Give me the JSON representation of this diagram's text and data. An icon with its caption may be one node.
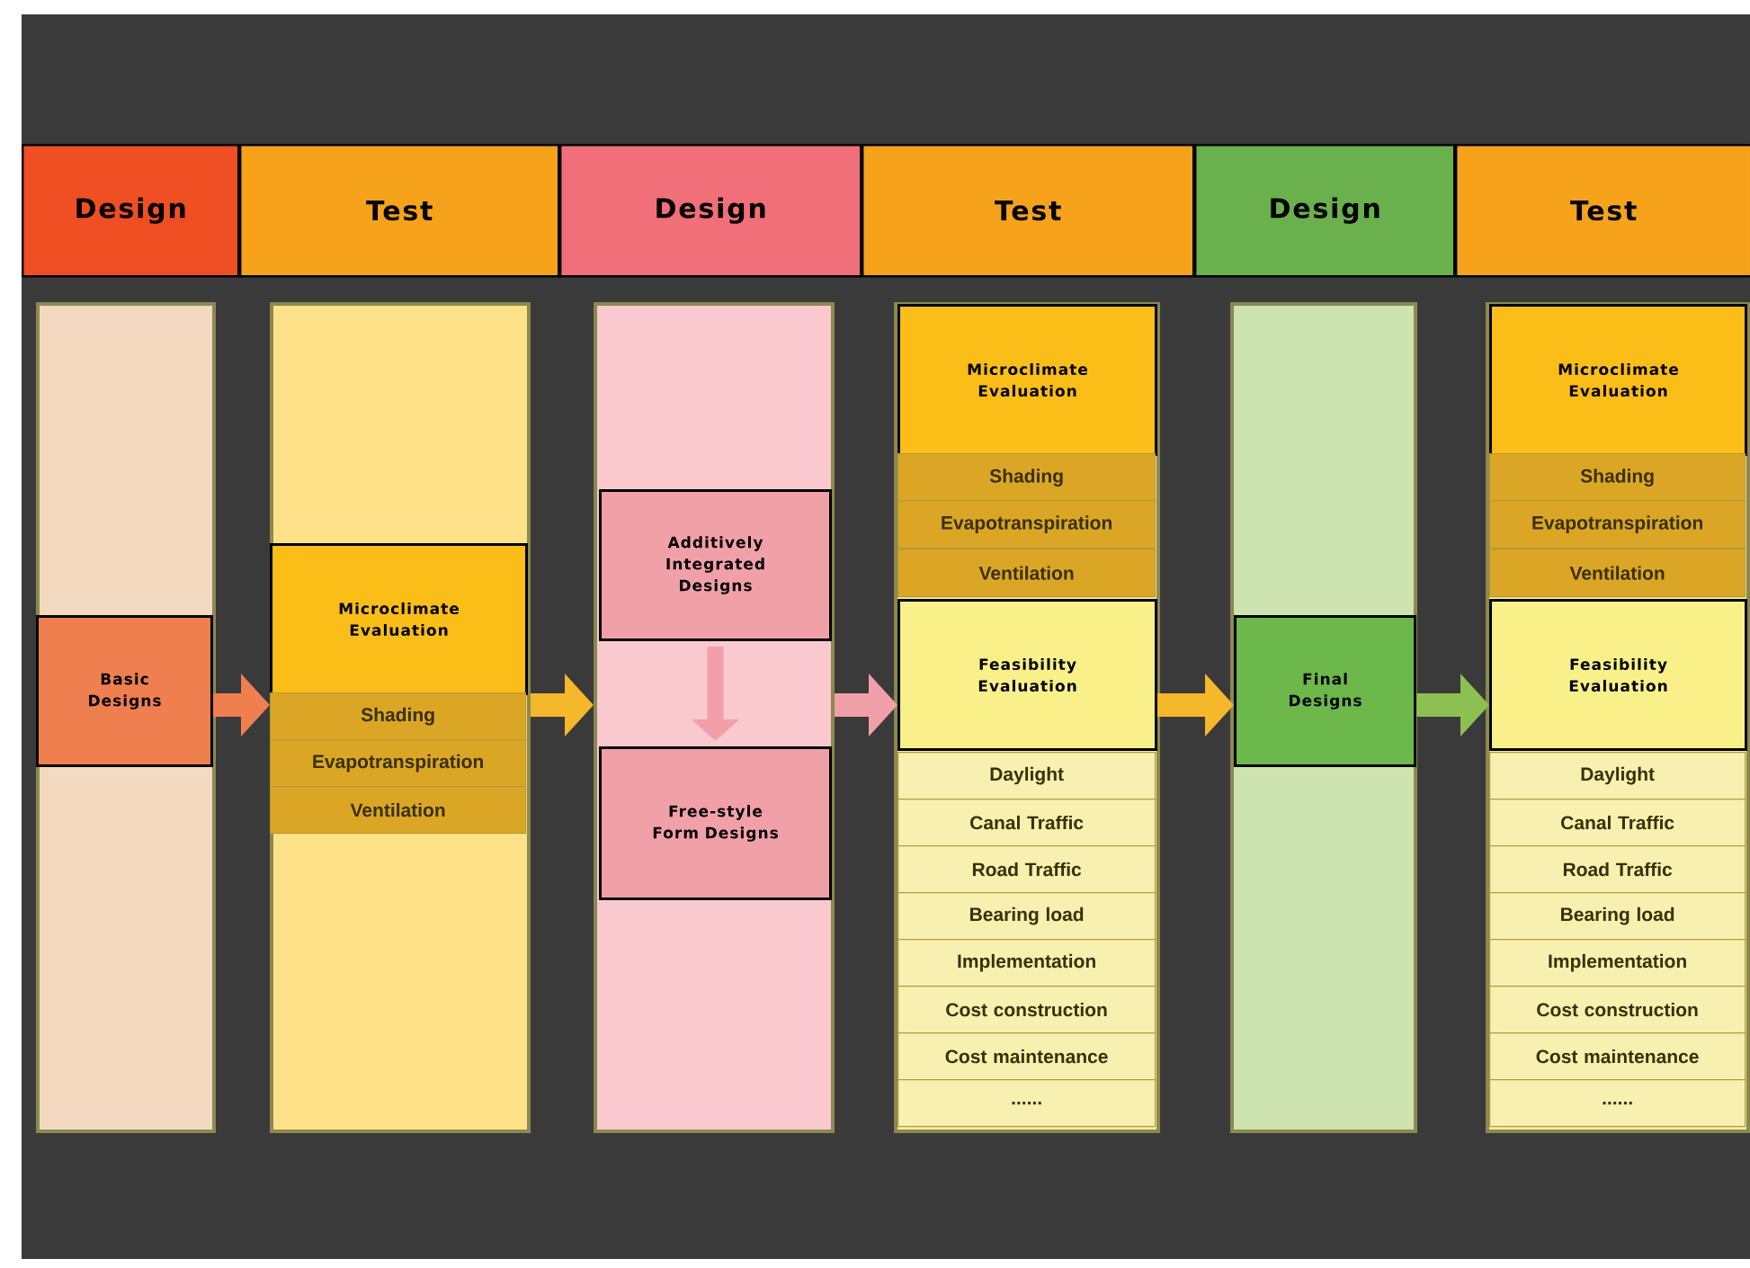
{
  "diagram": {
    "nodes": [
      {
        "text": [
          "Design"
        ]
      },
      {
        "text": [
          "Test"
        ]
      },
      {
        "text": [
          "Design"
        ]
      },
      {
        "text": [
          "Test"
        ]
      },
      {
        "text": [
          "Design"
        ]
      },
      {
        "text": [
          "Test"
        ]
      },
      {
        "text": [],
        "shape": "box"
      },
      {
        "text": [
          "Basic Designs"
        ],
        "in": 6
      },
      {
        "text": [],
        "shape": "box"
      },
      {
        "text": [
          "Microclimate Evaluation"
        ],
        "in": 8
      },
      {
        "text": [
          "Shading"
        ],
        "in": 8
      },
      {
        "text": [
          "Evapotranspiration"
        ],
        "in": 8
      },
      {
        "text": [
          "Ventilation"
        ],
        "in": 8
      },
      {
        "text": [],
        "shape": "box"
      },
      {
        "text": [
          "Additively Integrated Designs"
        ],
        "in": 13
      },
      {
        "text": [
          "Free-style Form Designs"
        ],
        "in": 13
      },
      {
        "text": [],
        "shape": "box"
      },
      {
        "text": [
          "Microclimate Evaluation"
        ],
        "in": 16
      },
      {
        "text": [
          "Shading"
        ],
        "in": 16
      },
      {
        "text": [
          "Evapotranspiration"
        ],
        "in": 16
      },
      {
        "text": [
          "Ventilation"
        ],
        "in": 16
      },
      {
        "text": [
          "Feasibility Evaluation"
        ],
        "in": 16
      },
      {
        "text": [
          "Daylight"
        ],
        "in": 16
      },
      {
        "text": [
          "Canal Traffic"
        ],
        "in": 16
      },
      {
        "text": [
          "Road Traffic"
        ],
        "in": 16
      },
      {
        "text": [
          "Bearing load"
        ],
        "in": 16
      },
      {
        "text": [
          "Implementation"
        ],
        "in": 16
      },
      {
        "text": [
          "Cost construction"
        ],
        "in": 16
      },
      {
        "text": [
          "Cost maintenance"
        ],
        "in": 16
      },
      {
        "text": [
          "......"
        ],
        "in": 16
      },
      {
        "text": [],
        "shape": "box"
      },
      {
        "text": [
          "Final Designs"
        ],
        "in": 30
      },
      {
        "text": [],
        "shape": "box"
      },
      {
        "text": [
          "Microclimate Evaluation"
        ],
        "in": 32
      },
      {
        "text": [
          "Shading"
        ],
        "in": 32
      },
      {
        "text": [
          "Evapotranspiration"
        ],
        "in": 32
      },
      {
        "text": [
          "Ventilation"
        ],
        "in": 32
      },
      {
        "text": [
          "Feasibility Evaluation"
        ],
        "in": 32
      },
      {
        "text": [
          "Daylight"
        ],
        "in": 32
      },
      {
        "text": [
          "Canal Traffic"
        ],
        "in": 32
      },
      {
        "text": [
          "Road Traffic"
        ],
        "in": 32
      },
      {
        "text": [
          "Bearing load"
        ],
        "in": 32
      },
      {
        "text": [
          "Implementation"
        ],
        "in": 32
      },
      {
        "text": [
          "Cost construction"
        ],
        "in": 32
      },
      {
        "text": [
          "Cost maintenance"
        ],
        "in": 32
      },
      {
        "text": [
          "......"
        ],
        "in": 32
      }
    ],
    "edges": [
      {
        "from": 7,
        "to": 8,
        "arrow": "to",
        "color": "#f07f4f"
      },
      {
        "from": 8,
        "to": 13,
        "arrow": "to",
        "color": "#f5b82a"
      },
      {
        "from": 14,
        "to": 15,
        "arrow": "to",
        "color": "#f2a0a8"
      },
      {
        "from": 13,
        "to": 21,
        "arrow": "to",
        "color": "#f2a0a8"
      },
      {
        "from": 21,
        "to": 31,
        "arrow": "to",
        "color": "#f5b82a"
      },
      {
        "from": 31,
        "to": 37,
        "arrow": "to",
        "color": "#8cc152"
      }
    ]
  }
}
